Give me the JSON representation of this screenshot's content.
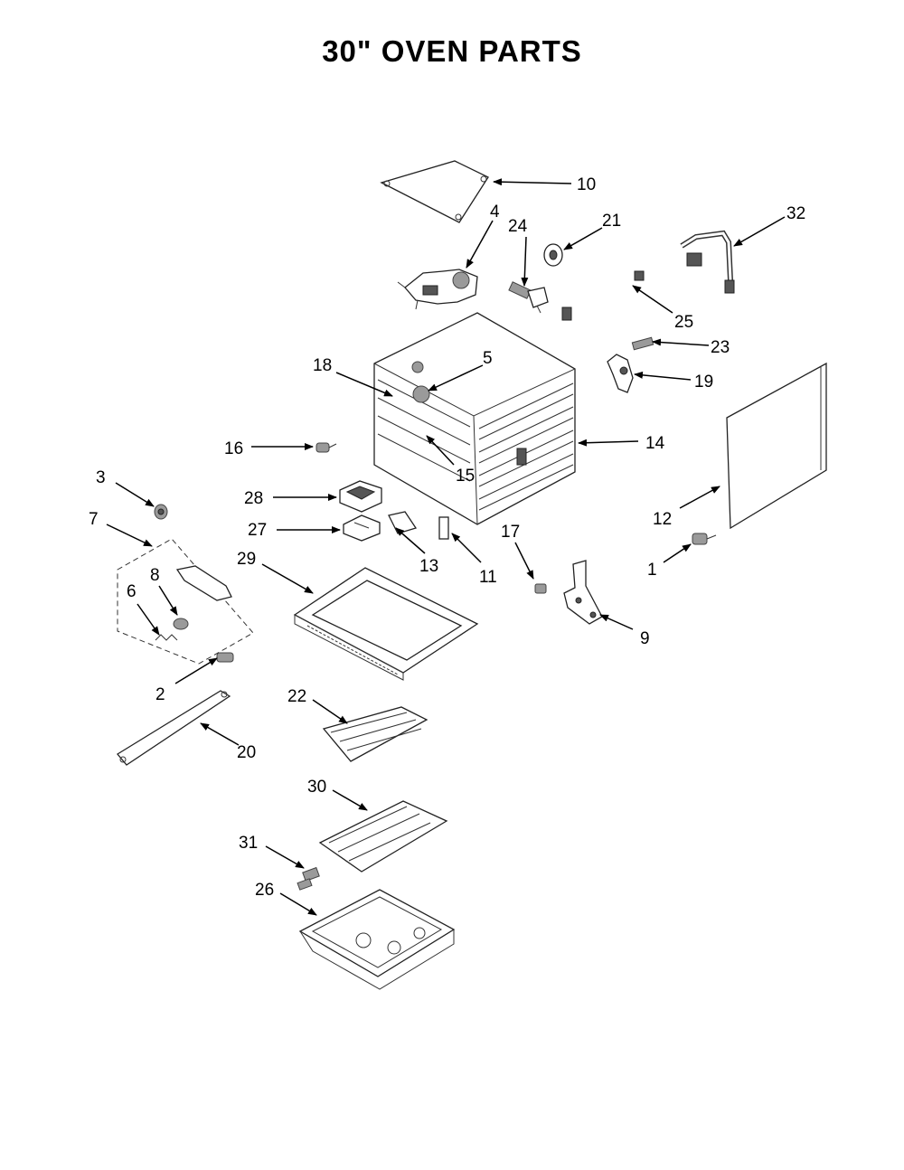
{
  "title": "30\" OVEN PARTS",
  "callouts": [
    "1",
    "2",
    "3",
    "4",
    "5",
    "6",
    "7",
    "8",
    "9",
    "10",
    "11",
    "12",
    "13",
    "14",
    "15",
    "16",
    "17",
    "18",
    "19",
    "20",
    "21",
    "22",
    "23",
    "24",
    "25",
    "26",
    "27",
    "28",
    "29",
    "30",
    "31",
    "32"
  ]
}
